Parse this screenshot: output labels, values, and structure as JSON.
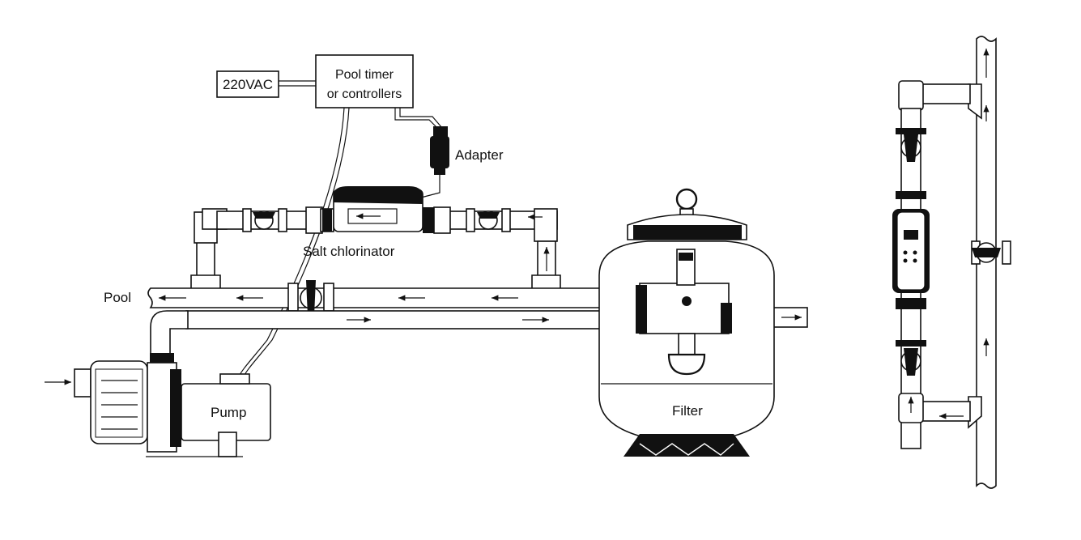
{
  "labels": {
    "power": "220VAC",
    "timer_line1": "Pool timer",
    "timer_line2": "or controllers",
    "adapter": "Adapter",
    "chlorinator": "Salt chlorinator",
    "pool": "Pool",
    "pump": "Pump",
    "filter": "Filter"
  },
  "colors": {
    "line": "#111111",
    "background": "#ffffff"
  }
}
